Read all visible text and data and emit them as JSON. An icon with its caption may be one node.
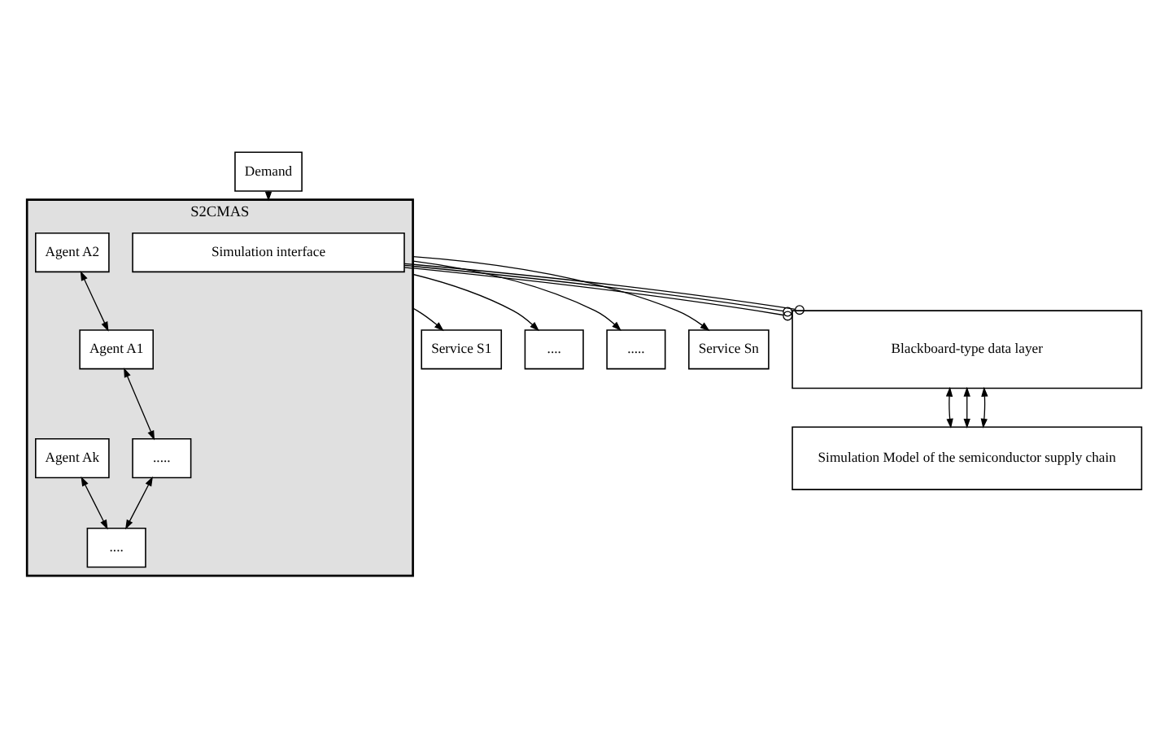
{
  "diagram": {
    "nodes": [
      {
        "text": [
          "Demand"
        ]
      },
      {
        "text": [
          "S2CMAS"
        ]
      },
      {
        "text": [
          "Agent A1"
        ],
        "in": 1
      },
      {
        "text": [
          "Agent A2"
        ],
        "in": 1
      },
      {
        "text": [
          "....."
        ],
        "in": 1
      },
      {
        "text": [
          "Agent Ak"
        ],
        "in": 1
      },
      {
        "text": [
          "...."
        ],
        "in": 1
      },
      {
        "text": [
          "Simulation interface"
        ],
        "in": 1
      },
      {
        "text": [
          "Service S1"
        ]
      },
      {
        "text": [
          "...."
        ]
      },
      {
        "text": [
          "....."
        ]
      },
      {
        "text": [
          "Service Sn"
        ]
      },
      {
        "text": [
          "Blackboard-type data layer"
        ]
      },
      {
        "text": [
          "Simulation Model of the semiconductor supply chain"
        ]
      }
    ],
    "edges": [
      {
        "from": 0,
        "to": 1,
        "arrow": "to"
      },
      {
        "from": 3,
        "to": 2,
        "arrow": "both"
      },
      {
        "from": 2,
        "to": 4,
        "arrow": "both"
      },
      {
        "from": 4,
        "to": 6,
        "arrow": "both"
      },
      {
        "from": 5,
        "to": 6,
        "arrow": "both"
      },
      {
        "from": 1,
        "to": 8,
        "arrow": "to"
      },
      {
        "from": 1,
        "to": 9,
        "arrow": "to"
      },
      {
        "from": 1,
        "to": 10,
        "arrow": "to"
      },
      {
        "from": 1,
        "to": 11,
        "arrow": "to"
      },
      {
        "from": 7,
        "to": 12,
        "arrow": "other"
      },
      {
        "from": 7,
        "to": 12,
        "arrow": "other"
      },
      {
        "from": 7,
        "to": 12,
        "arrow": "other"
      },
      {
        "from": 12,
        "to": 13,
        "arrow": "both"
      },
      {
        "from": 12,
        "to": 13,
        "arrow": "both"
      },
      {
        "from": 12,
        "to": 13,
        "arrow": "both"
      }
    ]
  }
}
